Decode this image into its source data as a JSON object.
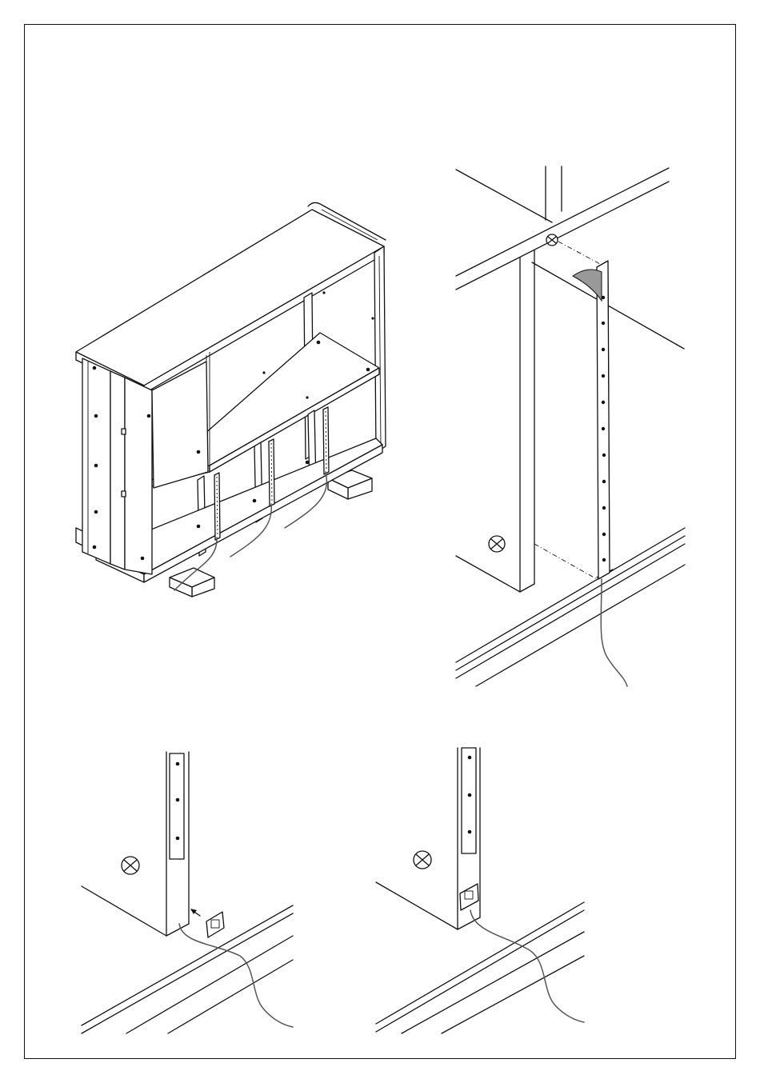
{
  "figure": {
    "panels": [
      {
        "id": "cabinet-overview",
        "icons": [
          "cabinet",
          "cable",
          "foam-block"
        ]
      },
      {
        "id": "strip-attach-detail",
        "icons": [
          "cable-strip",
          "adhesive-tape",
          "cam-fitting"
        ]
      },
      {
        "id": "socket-before",
        "icons": [
          "cable-strip",
          "wall-socket",
          "cam-fitting"
        ]
      },
      {
        "id": "socket-after",
        "icons": [
          "cable-strip",
          "wall-socket",
          "cam-fitting"
        ]
      }
    ],
    "colors": {
      "line": "#111111",
      "cable": "#555555",
      "tape": "#999999",
      "background": "#ffffff"
    }
  }
}
